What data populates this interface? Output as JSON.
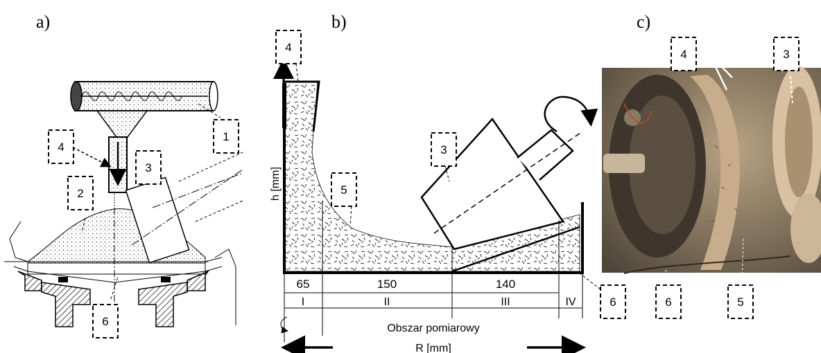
{
  "panels": {
    "a": {
      "letter": "a)"
    },
    "b": {
      "letter": "b)"
    },
    "c": {
      "letter": "c)"
    }
  },
  "callouts_a": {
    "n1": "1",
    "n2": "2",
    "n3": "3",
    "n4": "4",
    "n6": "6"
  },
  "callouts_b": {
    "n3": "3",
    "n4": "4",
    "n5": "5",
    "n6": "6"
  },
  "callouts_c": {
    "n3": "3",
    "n4": "4",
    "n5": "5",
    "n6": "6"
  },
  "diagram_b": {
    "ylabel": "h [mm]",
    "dims": [
      "65",
      "150",
      "140"
    ],
    "zones": [
      "I",
      "II",
      "III",
      "IV"
    ],
    "measure_area": "Obszar pomiarowy",
    "xlabel": "R [mm]"
  },
  "colors": {
    "line": "#000000",
    "photo_bg": "#6f6352",
    "photo_light": "#d8bfa0"
  }
}
